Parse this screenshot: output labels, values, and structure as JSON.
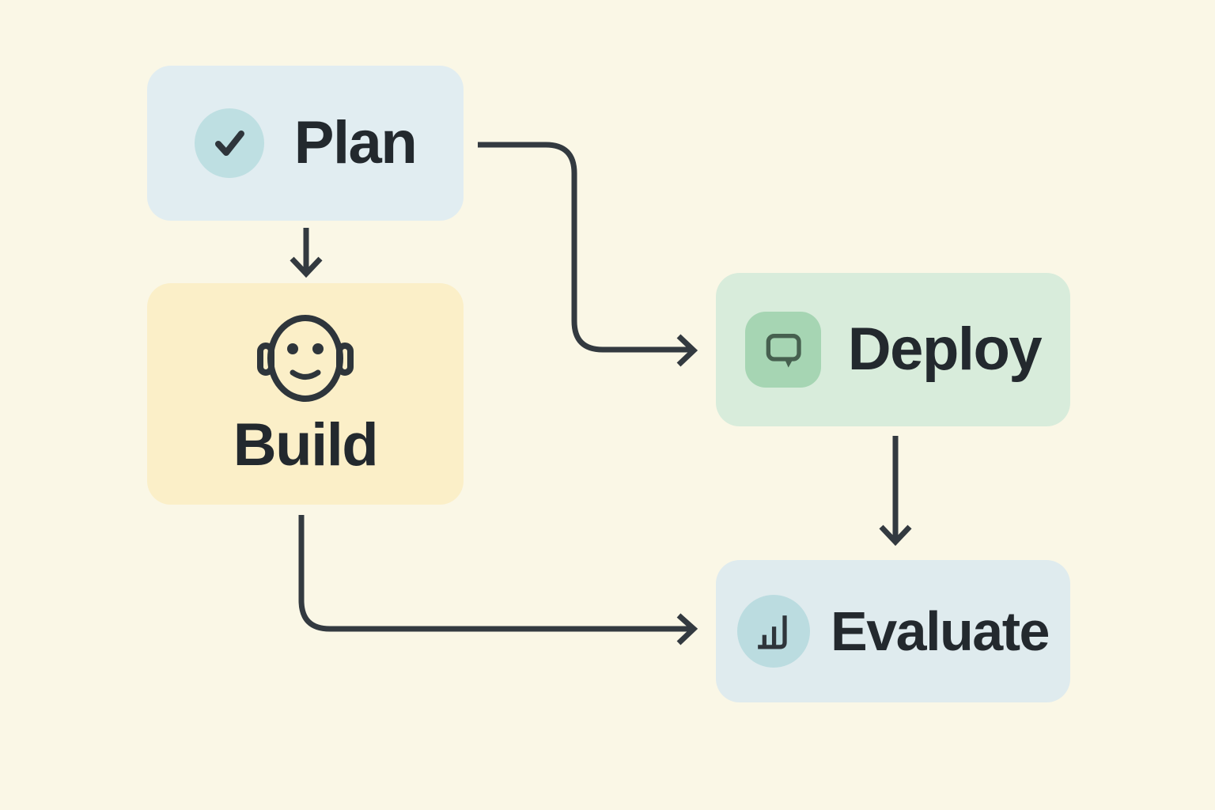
{
  "diagram": {
    "background_color": "#FAF7E6",
    "line_color": "#333A40",
    "text_color": "#23292E",
    "nodes": [
      {
        "id": "plan",
        "label": "Plan",
        "icon": "check-icon",
        "box_color": "#E1EDF1",
        "icon_bg": "#BEDFE2",
        "icon_color": "#2E353B"
      },
      {
        "id": "build",
        "label": "Build",
        "icon": "robot-face-icon",
        "box_color": "#FBEFC8",
        "icon_bg": "",
        "icon_color": "#2E353B"
      },
      {
        "id": "deploy",
        "label": "Deploy",
        "icon": "chat-bubble-icon",
        "box_color": "#D8ECDB",
        "icon_bg": "#A6D5B3",
        "icon_color": "#46604F"
      },
      {
        "id": "evaluate",
        "label": "Evaluate",
        "icon": "bar-chart-icon",
        "box_color": "#DFEBEE",
        "icon_bg": "#BBDCE0",
        "icon_color": "#2E353B"
      }
    ],
    "edges": [
      {
        "from": "Plan",
        "to": "Build"
      },
      {
        "from": "Plan",
        "to": "Deploy"
      },
      {
        "from": "Deploy",
        "to": "Evaluate"
      },
      {
        "from": "Build",
        "to": "Evaluate"
      }
    ]
  }
}
